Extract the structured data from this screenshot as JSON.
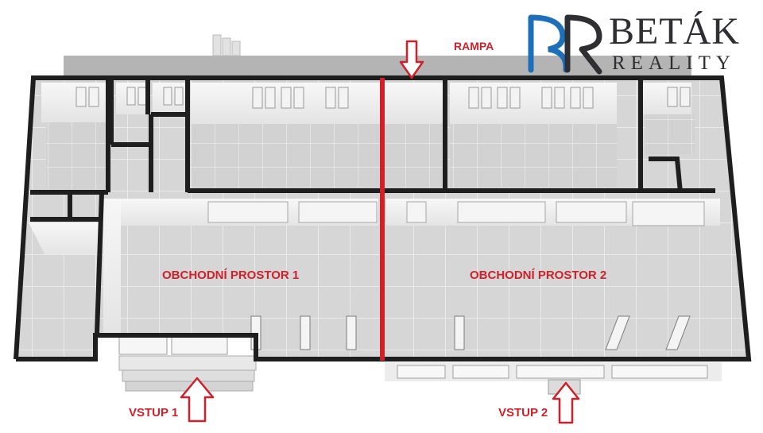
{
  "colors": {
    "accent_red": "#d0202a",
    "logo_blue": "#1c6fb8",
    "logo_dark": "#2f2f33",
    "wall": "#1f1f1f",
    "floor": "#d9d9d9",
    "grid": "#f2f2f2"
  },
  "labels": {
    "rampa": "RAMPA",
    "space1": "OBCHODNÍ PROSTOR 1",
    "space2": "OBCHODNÍ PROSTOR 2",
    "vstup1": "VSTUP 1",
    "vstup2": "VSTUP 2"
  },
  "logo": {
    "name": "BETÁK",
    "sub": "REALITY"
  },
  "icons": [
    "arrow-down-icon",
    "arrow-up-icon",
    "logo-br-mark"
  ]
}
